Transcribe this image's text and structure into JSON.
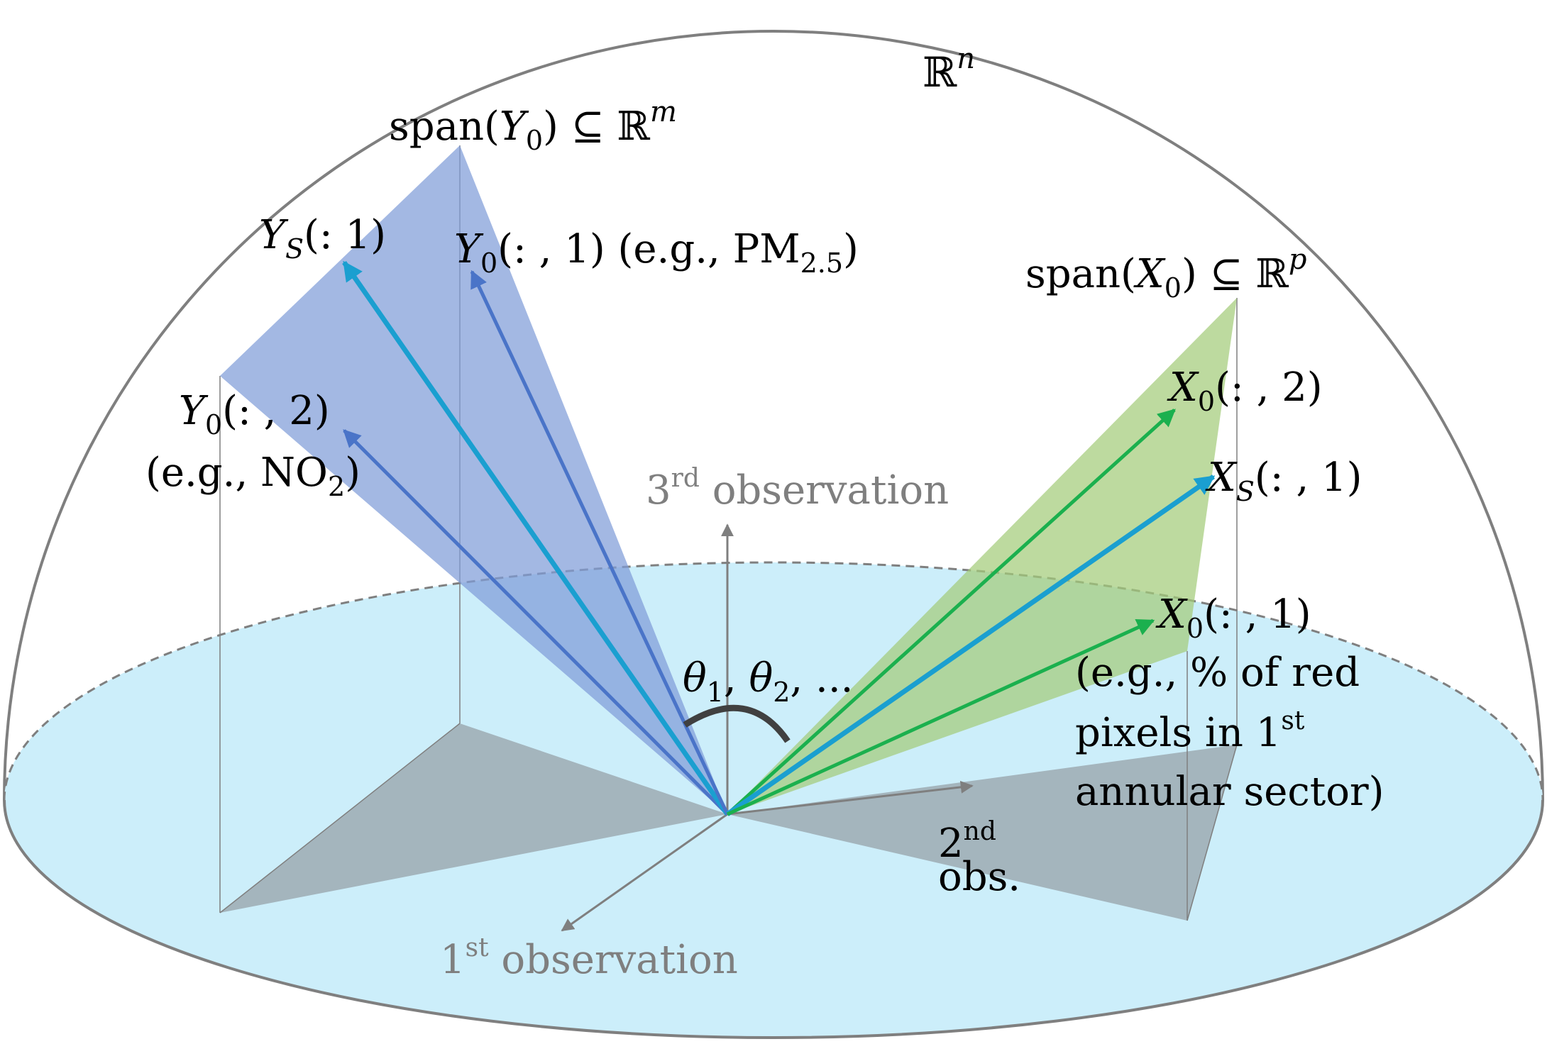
{
  "colors": {
    "dome_outline": "#7f7f7f",
    "disk_fill": "#cceefa",
    "projection_fill": "#a4b5bd",
    "y_plane_fill": "#7f9dd8",
    "x_plane_fill": "#a4cc7a",
    "y0_arrow": "#4a74c8",
    "ys_arrow": "#1a9fd0",
    "x0_arrow": "#1bb04e",
    "xs_arrow": "#1a9fd0",
    "axis_gray": "#7f7f7f",
    "angle_arc": "#404040"
  },
  "labels": {
    "space": {
      "base": "ℝ",
      "sup": "n"
    },
    "span_y": {
      "pre": "span(",
      "var": "Y",
      "sub": "0",
      "post": ") ⊆ ℝ",
      "sup": "m"
    },
    "span_x": {
      "pre": "span(",
      "var": "X",
      "sub": "0",
      "post": ") ⊆ ℝ",
      "sup": "p"
    },
    "ys1": {
      "var": "Y",
      "sub": "S",
      "post": "(: 1)"
    },
    "y01": {
      "var": "Y",
      "sub": "0",
      "post": "(: , 1) (e.g., PM",
      "sub2": "2.5",
      "end": ")"
    },
    "y02": {
      "var": "Y",
      "sub": "0",
      "post": "(: , 2)"
    },
    "y02_example": {
      "pre": "(e.g., NO",
      "sub": "2",
      "post": ")"
    },
    "x02": {
      "var": "X",
      "sub": "0",
      "post": "(: , 2)"
    },
    "xs1": {
      "var": "X",
      "sub": "S",
      "post": "(: , 1)"
    },
    "x01": {
      "var": "X",
      "sub": "0",
      "post": "(: , 1)"
    },
    "x01_example": {
      "line1": "(e.g., % of red",
      "line2_pre": "pixels in 1",
      "line2_sup": "st",
      "line3": "annular sector)"
    },
    "angles": {
      "t1": "θ",
      "s1": "1",
      "sep": ", ",
      "t2": "θ",
      "s2": "2",
      "end": ", ..."
    },
    "axis3": {
      "pre": "3",
      "sup": "rd",
      "post": " observation"
    },
    "axis2": {
      "pre": "2",
      "sup": "nd",
      "line2": "obs."
    },
    "axis1": {
      "pre": "1",
      "sup": "st",
      "post": " observation"
    }
  }
}
